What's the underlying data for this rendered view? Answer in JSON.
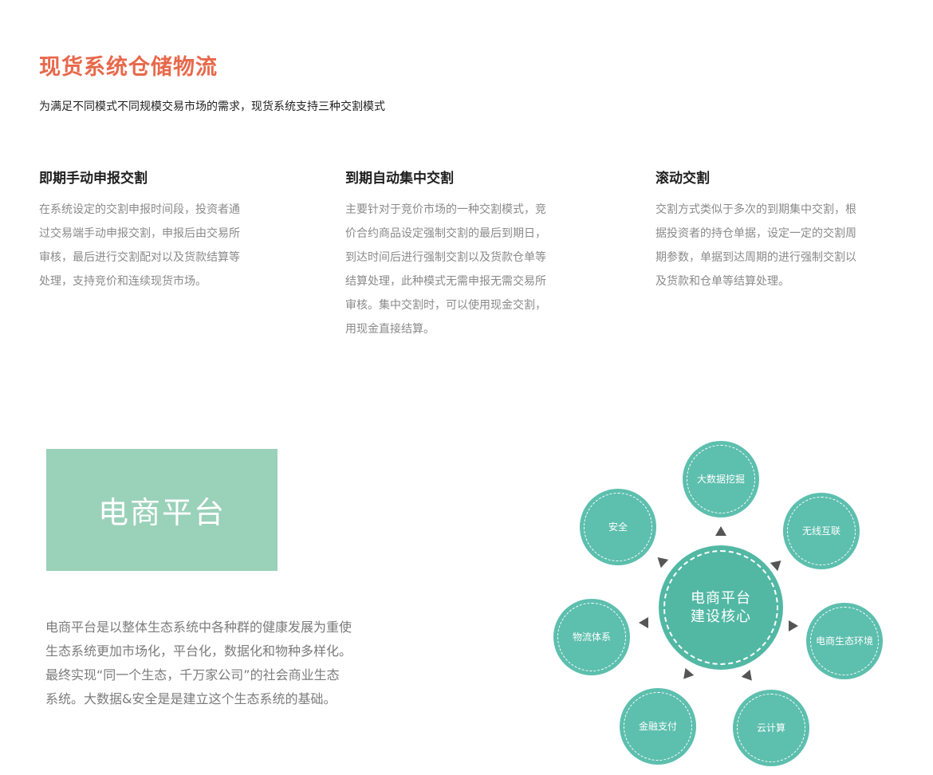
{
  "header": {
    "title": "现货系统仓储物流",
    "subtitle": "为满足不同模式不同规模交易市场的需求，现货系统支持三种交割模式"
  },
  "modes": [
    {
      "title": "即期手动申报交割",
      "lines": [
        "在系统设定的交割申报时间段，投资者通",
        "过交易端手动申报交割，申报后由交易所",
        "审核，最后进行交割配对以及货款结算等",
        "处理，支持竞价和连续现货市场。"
      ]
    },
    {
      "title": "到期自动集中交割",
      "lines": [
        "主要针对于竞价市场的一种交割模式，竞",
        "价合约商品设定强制交割的最后到期日，",
        "到达时间后进行强制交割以及货款仓单等",
        "结算处理，此种模式无需申报无需交易所",
        "审核。集中交割时，可以使用现金交割，",
        "用现金直接结算。"
      ]
    },
    {
      "title": "滚动交割",
      "lines": [
        "交割方式类似于多次的到期集中交割，根",
        "据投资者的持仓单据，设定一定的交割周",
        "期参数，单据到达周期的进行强制交割以",
        "及货款和仓单等结算处理。"
      ]
    }
  ],
  "ecommerce": {
    "box_label": "电商平台",
    "desc_lines": [
      "电商平台是以整体生态系统中各种群的健康发展为重使",
      "生态系统更加市场化，平台化，数据化和物种多样化。",
      "最终实现“同一个生态，千万家公司”的社会商业生态",
      "系统。大数据&安全是是建立这个生态系统的基础。"
    ]
  },
  "diagram": {
    "center": {
      "line1": "电商平台",
      "line2": "建设核心"
    },
    "nodes": {
      "big_data": "大数据挖掘",
      "security": "安全",
      "wireless": "无线互联",
      "logistics": "物流体系",
      "eco_env": "电商生态环境",
      "payment": "金融支付",
      "cloud": "云计算"
    },
    "colors": {
      "node": "#5dbfae",
      "center": "#52b8a4",
      "arrow": "#555555"
    }
  },
  "colors": {
    "title": "#e8684a",
    "box": "#9ad1b9",
    "body_text": "#8a8a8a"
  }
}
